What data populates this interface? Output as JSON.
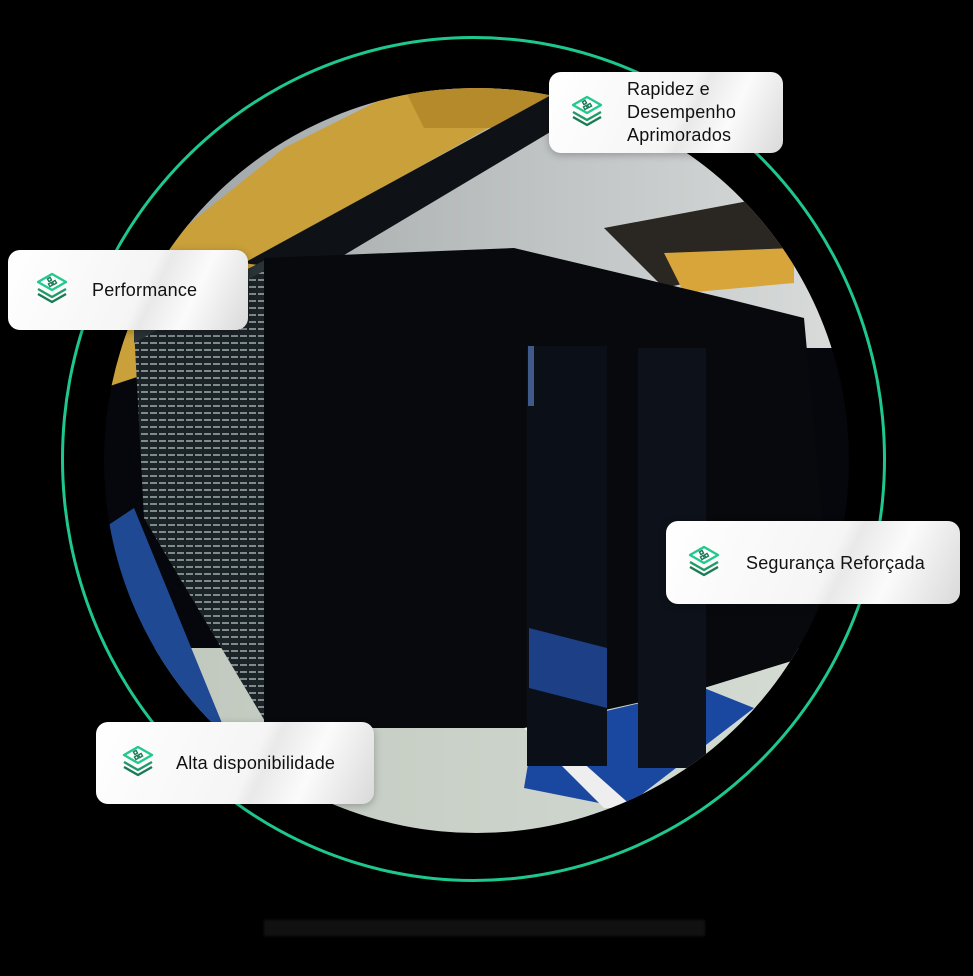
{
  "hero": {
    "image_alt": "Data center server racks with blue floor and yellow cable trays",
    "ring_color": "#1fc790",
    "icon_color_primary": "#22c98e",
    "icon_color_secondary": "#1a7a55"
  },
  "features": [
    {
      "label": "Performance",
      "icon": "stacked-layers-qr-icon"
    },
    {
      "label": "Rapidez e\nDesempenho\nAprimorados",
      "icon": "stacked-layers-qr-icon"
    },
    {
      "label": "Segurança Reforçada",
      "icon": "stacked-layers-qr-icon"
    },
    {
      "label": "Alta disponibilidade",
      "icon": "stacked-layers-qr-icon"
    }
  ]
}
